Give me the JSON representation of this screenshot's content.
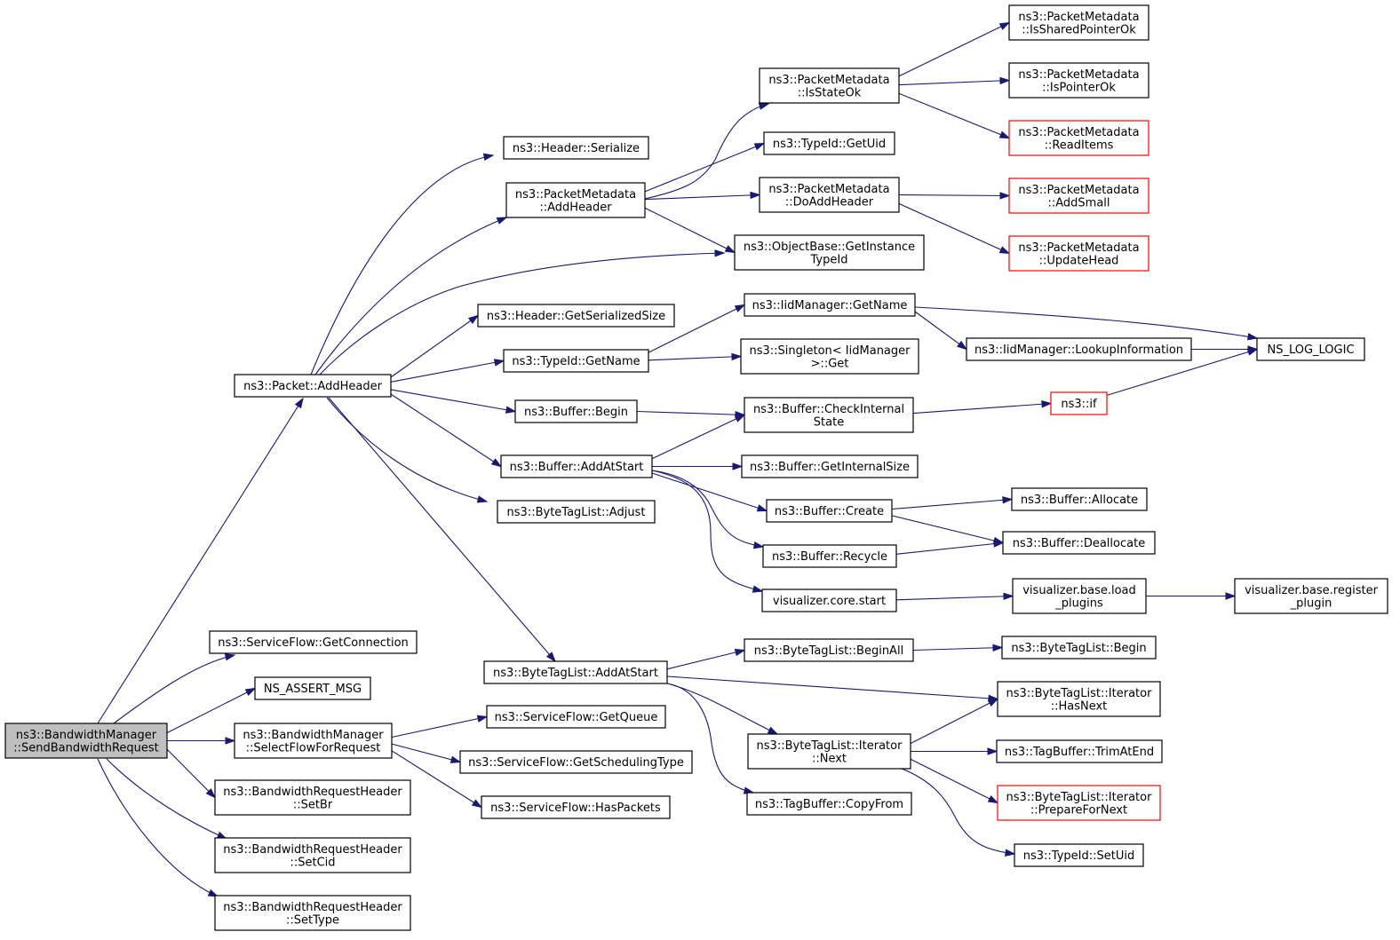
{
  "colors": {
    "edge": "#191970",
    "truncated_border": "#ff0000",
    "root_fill": "#bfbfbf"
  },
  "nodes": {
    "root": [
      "ns3::BandwidthManager",
      "::SendBandwidthRequest"
    ],
    "packet_addheader": [
      "ns3::Packet::AddHeader"
    ],
    "sf_getconnection": [
      "ns3::ServiceFlow::GetConnection"
    ],
    "ns_assert_msg": [
      "NS_ASSERT_MSG"
    ],
    "bm_selectflow": [
      "ns3::BandwidthManager",
      "::SelectFlowForRequest"
    ],
    "brh_setbr": [
      "ns3::BandwidthRequestHeader",
      "::SetBr"
    ],
    "brh_setcid": [
      "ns3::BandwidthRequestHeader",
      "::SetCid"
    ],
    "brh_settype": [
      "ns3::BandwidthRequestHeader",
      "::SetType"
    ],
    "header_serialize": [
      "ns3::Header::Serialize"
    ],
    "pm_addheader": [
      "ns3::PacketMetadata",
      "::AddHeader"
    ],
    "header_getserializedsize": [
      "ns3::Header::GetSerializedSize"
    ],
    "typeid_getname": [
      "ns3::TypeId::GetName"
    ],
    "buffer_begin": [
      "ns3::Buffer::Begin"
    ],
    "buffer_addatstart": [
      "ns3::Buffer::AddAtStart"
    ],
    "btl_adjust": [
      "ns3::ByteTagList::Adjust"
    ],
    "btl_addatstart": [
      "ns3::ByteTagList::AddAtStart"
    ],
    "sf_getqueue": [
      "ns3::ServiceFlow::GetQueue"
    ],
    "sf_getschedulingtype": [
      "ns3::ServiceFlow::GetSchedulingType"
    ],
    "sf_haspackets": [
      "ns3::ServiceFlow::HasPackets"
    ],
    "pm_isstateok": [
      "ns3::PacketMetadata",
      "::IsStateOk"
    ],
    "typeid_getuid": [
      "ns3::TypeId::GetUid"
    ],
    "pm_doaddheader": [
      "ns3::PacketMetadata",
      "::DoAddHeader"
    ],
    "objectbase_getinstancetypeid": [
      "ns3::ObjectBase::GetInstance",
      "TypeId"
    ],
    "iidmanager_getname": [
      "ns3::IidManager::GetName"
    ],
    "singleton_get": [
      "ns3::Singleton< IidManager",
      ">::Get"
    ],
    "buffer_checkinternalstate": [
      "ns3::Buffer::CheckInternal",
      "State"
    ],
    "buffer_getinternalsize": [
      "ns3::Buffer::GetInternalSize"
    ],
    "buffer_create": [
      "ns3::Buffer::Create"
    ],
    "buffer_recycle": [
      "ns3::Buffer::Recycle"
    ],
    "visualizer_core_start": [
      "visualizer.core.start"
    ],
    "btl_beginall": [
      "ns3::ByteTagList::BeginAll"
    ],
    "btl_iterator_next": [
      "ns3::ByteTagList::Iterator",
      "::Next"
    ],
    "tagbuffer_copyfrom": [
      "ns3::TagBuffer::CopyFrom"
    ],
    "pm_issharedpointerok": [
      "ns3::PacketMetadata",
      "::IsSharedPointerOk"
    ],
    "pm_ispointerok": [
      "ns3::PacketMetadata",
      "::IsPointerOk"
    ],
    "pm_readitems": [
      "ns3::PacketMetadata",
      "::ReadItems"
    ],
    "pm_addsmall": [
      "ns3::PacketMetadata",
      "::AddSmall"
    ],
    "pm_updatehead": [
      "ns3::PacketMetadata",
      "::UpdateHead"
    ],
    "iidmanager_lookupinformation": [
      "ns3::IidManager::LookupInformation"
    ],
    "ns3_if": [
      "ns3::if"
    ],
    "buffer_allocate": [
      "ns3::Buffer::Allocate"
    ],
    "buffer_deallocate": [
      "ns3::Buffer::Deallocate"
    ],
    "visualizer_base_load_plugins": [
      "visualizer.base.load",
      "_plugins"
    ],
    "btl_begin": [
      "ns3::ByteTagList::Begin"
    ],
    "btl_iterator_hasnext": [
      "ns3::ByteTagList::Iterator",
      "::HasNext"
    ],
    "tagbuffer_trimatend": [
      "ns3::TagBuffer::TrimAtEnd"
    ],
    "btl_iterator_preparefornext": [
      "ns3::ByteTagList::Iterator",
      "::PrepareForNext"
    ],
    "typeid_setuid": [
      "ns3::TypeId::SetUid"
    ],
    "ns_log_logic": [
      "NS_LOG_LOGIC"
    ],
    "visualizer_base_register_plugin": [
      "visualizer.base.register",
      "_plugin"
    ]
  },
  "truncated_nodes": [
    "pm_readitems",
    "pm_addsmall",
    "pm_updatehead",
    "ns3_if",
    "btl_iterator_preparefornext"
  ],
  "edges": [
    [
      "root",
      "packet_addheader"
    ],
    [
      "root",
      "sf_getconnection"
    ],
    [
      "root",
      "ns_assert_msg"
    ],
    [
      "root",
      "bm_selectflow"
    ],
    [
      "root",
      "brh_setbr"
    ],
    [
      "root",
      "brh_setcid"
    ],
    [
      "root",
      "brh_settype"
    ],
    [
      "packet_addheader",
      "header_serialize"
    ],
    [
      "packet_addheader",
      "pm_addheader"
    ],
    [
      "packet_addheader",
      "objectbase_getinstancetypeid"
    ],
    [
      "packet_addheader",
      "header_getserializedsize"
    ],
    [
      "packet_addheader",
      "typeid_getname"
    ],
    [
      "packet_addheader",
      "buffer_begin"
    ],
    [
      "packet_addheader",
      "buffer_addatstart"
    ],
    [
      "packet_addheader",
      "btl_adjust"
    ],
    [
      "packet_addheader",
      "btl_addatstart"
    ],
    [
      "bm_selectflow",
      "sf_getqueue"
    ],
    [
      "bm_selectflow",
      "sf_getschedulingtype"
    ],
    [
      "bm_selectflow",
      "sf_haspackets"
    ],
    [
      "pm_addheader",
      "pm_isstateok"
    ],
    [
      "pm_addheader",
      "typeid_getuid"
    ],
    [
      "pm_addheader",
      "pm_doaddheader"
    ],
    [
      "pm_addheader",
      "objectbase_getinstancetypeid"
    ],
    [
      "typeid_getname",
      "iidmanager_getname"
    ],
    [
      "typeid_getname",
      "singleton_get"
    ],
    [
      "buffer_begin",
      "buffer_checkinternalstate"
    ],
    [
      "buffer_addatstart",
      "buffer_checkinternalstate"
    ],
    [
      "buffer_addatstart",
      "buffer_getinternalsize"
    ],
    [
      "buffer_addatstart",
      "buffer_create"
    ],
    [
      "buffer_addatstart",
      "buffer_recycle"
    ],
    [
      "buffer_addatstart",
      "visualizer_core_start"
    ],
    [
      "btl_addatstart",
      "btl_beginall"
    ],
    [
      "btl_addatstart",
      "btl_iterator_hasnext"
    ],
    [
      "btl_addatstart",
      "btl_iterator_next"
    ],
    [
      "btl_addatstart",
      "tagbuffer_copyfrom"
    ],
    [
      "pm_isstateok",
      "pm_issharedpointerok"
    ],
    [
      "pm_isstateok",
      "pm_ispointerok"
    ],
    [
      "pm_isstateok",
      "pm_readitems"
    ],
    [
      "pm_doaddheader",
      "pm_addsmall"
    ],
    [
      "pm_doaddheader",
      "pm_updatehead"
    ],
    [
      "iidmanager_getname",
      "iidmanager_lookupinformation"
    ],
    [
      "iidmanager_getname",
      "ns_log_logic"
    ],
    [
      "iidmanager_lookupinformation",
      "ns_log_logic"
    ],
    [
      "buffer_checkinternalstate",
      "ns3_if"
    ],
    [
      "ns3_if",
      "ns_log_logic"
    ],
    [
      "buffer_create",
      "buffer_allocate"
    ],
    [
      "buffer_create",
      "buffer_deallocate"
    ],
    [
      "buffer_recycle",
      "buffer_deallocate"
    ],
    [
      "visualizer_core_start",
      "visualizer_base_load_plugins"
    ],
    [
      "visualizer_base_load_plugins",
      "visualizer_base_register_plugin"
    ],
    [
      "btl_beginall",
      "btl_begin"
    ],
    [
      "btl_iterator_next",
      "btl_iterator_hasnext"
    ],
    [
      "btl_iterator_next",
      "tagbuffer_trimatend"
    ],
    [
      "btl_iterator_next",
      "btl_iterator_preparefornext"
    ],
    [
      "btl_iterator_next",
      "typeid_setuid"
    ]
  ]
}
